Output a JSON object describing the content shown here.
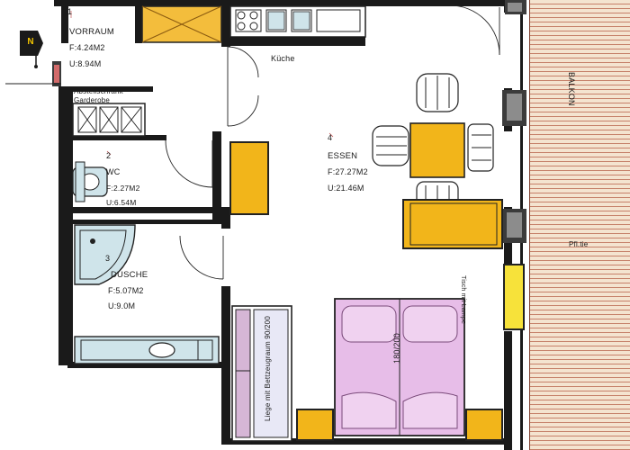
{
  "rooms": {
    "vorraum": {
      "number": "1",
      "name": "VORRAUM",
      "area": "F:4.24M2",
      "perimeter": "U:8.94M"
    },
    "kueche": {
      "name": "Küche"
    },
    "schrank": {
      "line1": "Abstellschrank",
      "line2": "Garderobe"
    },
    "wc": {
      "number": "2",
      "name": "WC",
      "area": "F:2.27M2",
      "perimeter": "U:6.54M"
    },
    "dusche": {
      "number": "3",
      "name": "DUSCHE",
      "area": "F:5.07M2",
      "perimeter": "U:9.0M"
    },
    "essen": {
      "number": "4",
      "name": "ESSEN",
      "area": "F:27.27M2",
      "perimeter": "U:21.46M"
    },
    "balkon": {
      "name": "BALKON"
    }
  },
  "labels": {
    "pflanze": "Pfl.tie",
    "bed_size": "180/200",
    "sofa_bed": "Liege mit Bettzeugraum 90/200",
    "nightstand": "Tisch mit Lampe"
  },
  "north_arrow": {
    "letter": "N"
  },
  "colors": {
    "wall": "#1a1a1a",
    "furniture_yellow": "#f2b51a",
    "bright_yellow": "#f7e23a",
    "bed_pink": "#e7bde8",
    "sofa_lilac": "#d6b6d6",
    "fixture_blue": "#cfe4ea",
    "kitchen_orange": "#f3bd3c",
    "balcony_wood": "#f3e2cf"
  }
}
